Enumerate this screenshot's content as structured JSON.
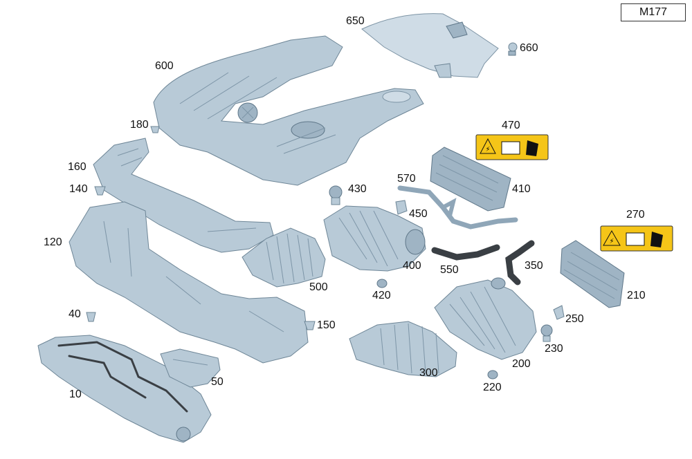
{
  "model_code": "M177",
  "callouts": {
    "c650": "650",
    "c660": "660",
    "c600": "600",
    "c180": "180",
    "c470": "470",
    "c160": "160",
    "c430": "430",
    "c570": "570",
    "c410": "410",
    "c140": "140",
    "c450": "450",
    "c270": "270",
    "c120": "120",
    "c400": "400",
    "c550": "550",
    "c350": "350",
    "c500": "500",
    "c420": "420",
    "c210": "210",
    "c40": "40",
    "c250": "250",
    "c150": "150",
    "c230": "230",
    "c200": "200",
    "c300": "300",
    "c50": "50",
    "c220": "220",
    "c10": "10"
  },
  "colors": {
    "part_fill": "#b8cad7",
    "part_stroke": "#6d8596",
    "warning_label": "#f5c518"
  }
}
